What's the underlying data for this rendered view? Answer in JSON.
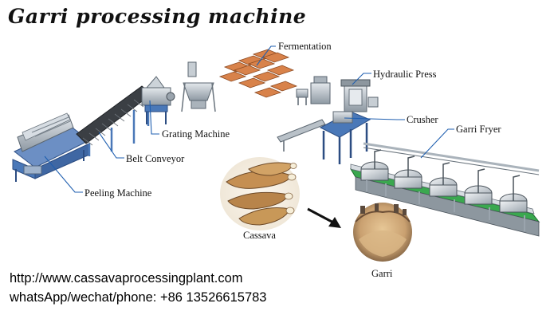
{
  "title": "Garri processing machine",
  "labels": {
    "fermentation": "Fermentation",
    "hydraulic_press": "Hydraulic Press",
    "grating_machine": "Grating Machine",
    "crusher": "Crusher",
    "garri_fryer": "Garri Fryer",
    "belt_conveyor": "Belt Conveyor",
    "peeling_machine": "Peeling Machine",
    "cassava": "Cassava",
    "garri": "Garri"
  },
  "contact": {
    "website": "http://www.cassavaprocessingplant.com",
    "phone": "whatsApp/wechat/phone: +86 13526615783"
  },
  "colors": {
    "callout": "#1f5fb0",
    "machine_blue": "#4a78b8",
    "steel": "#b9c1c8",
    "tray": "#d8824a",
    "conveyor_green": "#3aa84f",
    "cassava": "#c89858",
    "garri": "#cda877"
  }
}
